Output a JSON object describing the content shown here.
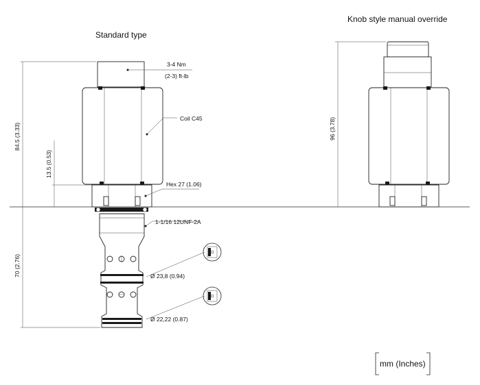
{
  "titles": {
    "standard": "Standard type",
    "knob": "Knob style manual override"
  },
  "labels": {
    "torque_nm": "3-4 Nm",
    "torque_ftlb": "(2-3) ft-lb",
    "coil": "Coil C45",
    "hex": "Hex 27 (1.06)",
    "thread": "1-1/16 12UNF-2A",
    "dia1": "Ø 23,8 (0.94)",
    "dia2": "Ø 22,22 (0.87)"
  },
  "dimensions": {
    "height_standard": "84.5 (3.33)",
    "hex_height": "13.5 (0.53)",
    "cavity_length": "70 (2.76)",
    "height_knob": "96 (3.78)"
  },
  "units": "mm (Inches)"
}
